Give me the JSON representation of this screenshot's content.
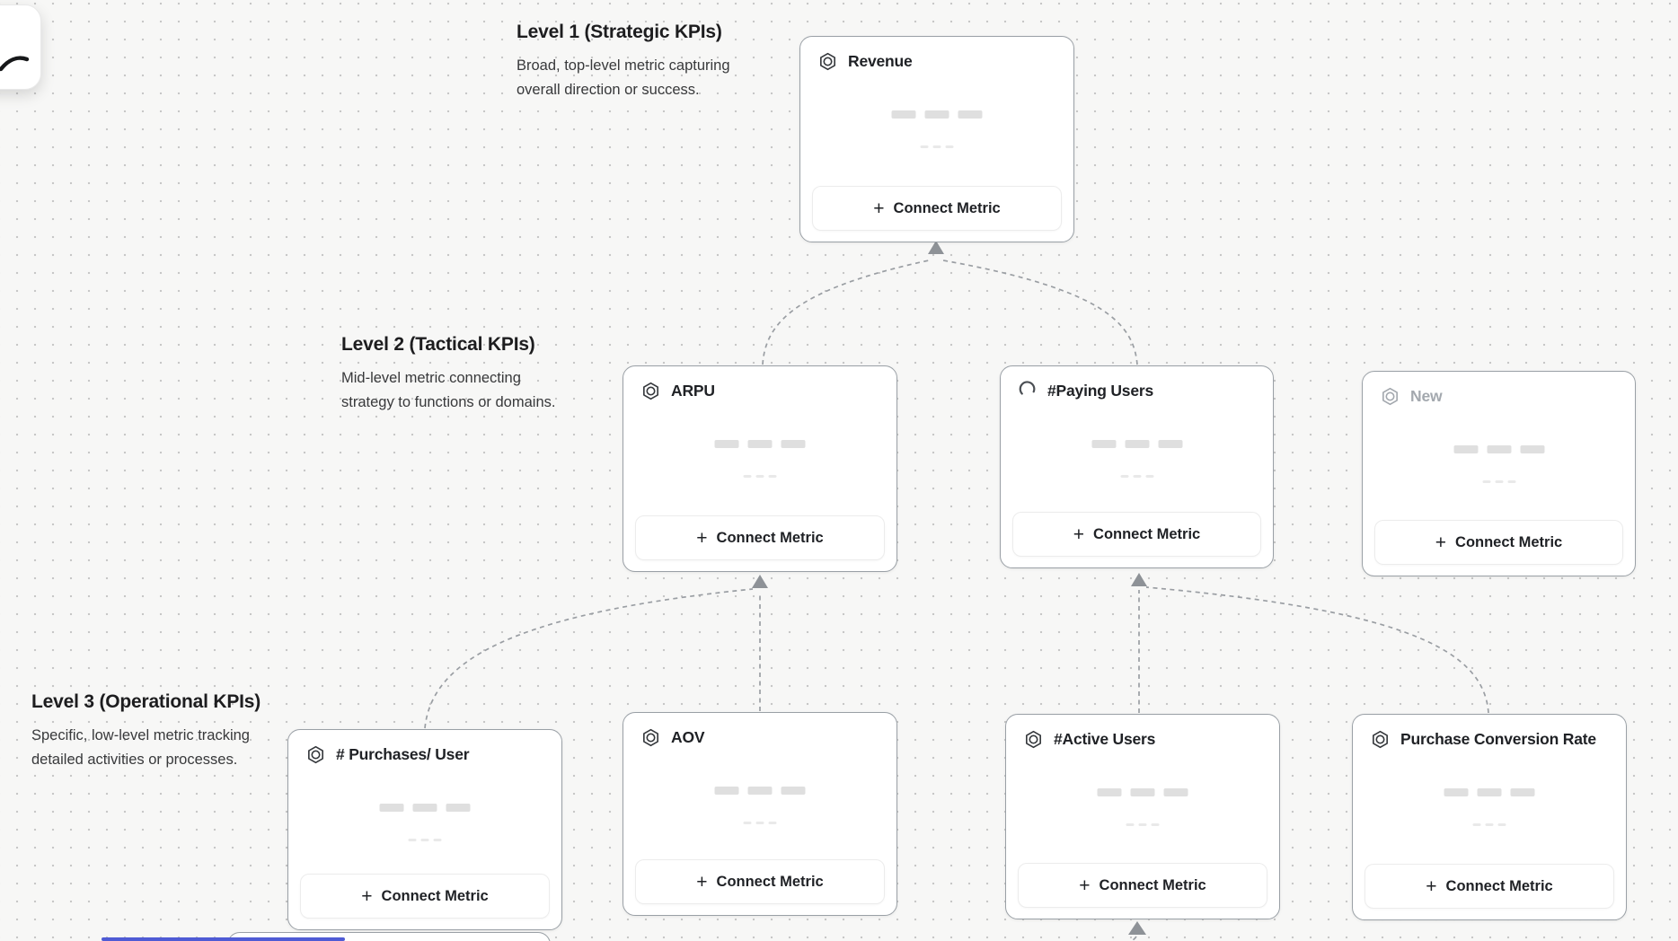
{
  "ui": {
    "plus_glyph": "+",
    "levels": [
      {
        "title": "Level 1 (Strategic KPIs)",
        "description": "Broad, top-level metric capturing overall direction or success."
      },
      {
        "title": "Level 2 (Tactical KPIs)",
        "description": "Mid-level metric connecting strategy to functions or domains."
      },
      {
        "title": "Level 3 (Operational KPIs)",
        "description": "Specific, low-level metric tracking detailed activities or processes."
      }
    ],
    "cards": [
      {
        "title": "Revenue",
        "icon": "hexagon-metric-icon",
        "button_label": "Connect Metric",
        "state": "normal"
      },
      {
        "title": "ARPU",
        "icon": "hexagon-metric-icon",
        "button_label": "Connect Metric",
        "state": "normal"
      },
      {
        "title": "#Paying Users",
        "icon": "spinner-icon",
        "button_label": "Connect Metric",
        "state": "loading"
      },
      {
        "title": "New",
        "icon": "hexagon-metric-icon",
        "button_label": "Connect Metric",
        "state": "pending"
      },
      {
        "title": "# Purchases/ User",
        "icon": "hexagon-metric-icon",
        "button_label": "Connect Metric",
        "state": "normal"
      },
      {
        "title": "AOV",
        "icon": "hexagon-metric-icon",
        "button_label": "Connect Metric",
        "state": "normal"
      },
      {
        "title": "#Active Users",
        "icon": "hexagon-metric-icon",
        "button_label": "Connect Metric",
        "state": "normal"
      },
      {
        "title": "Purchase Conversion Rate",
        "icon": "hexagon-metric-icon",
        "button_label": "Connect Metric",
        "state": "normal"
      }
    ],
    "colors": {
      "accent_blue": "#4f5bd5",
      "connector_gray": "#9a9ea3",
      "card_border_gray": "#9aa0a6"
    }
  }
}
